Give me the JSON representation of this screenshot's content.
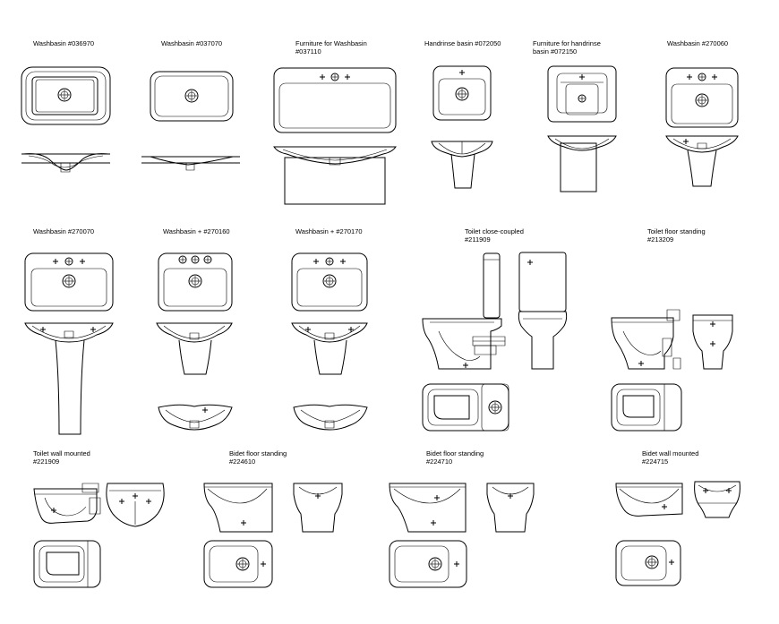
{
  "labels": {
    "a": "Washbasin #036970",
    "b": "Washbasin #037070",
    "c1": "Furniture for Washbasin",
    "c2": "#037110",
    "d": "Handrinse basin #072050",
    "e1": "Furniture for handrinse",
    "e2": "basin #072150",
    "f": "Washbasin #270060",
    "g": "Washbasin #270070",
    "h": "Washbasin + #270160",
    "i": "Washbasin + #270170",
    "j1": "Toilet close-coupled",
    "j2": "#211909",
    "k1": "Toilet floor standing",
    "k2": "#213209",
    "l1": "Toilet wall mounted",
    "l2": "#221909",
    "m1": "Bidet floor standing",
    "m2": "#224610",
    "n1": "Bidet floor standing",
    "n2": "#224710",
    "o1": "Bidet wall mounted",
    "o2": "#224715"
  }
}
